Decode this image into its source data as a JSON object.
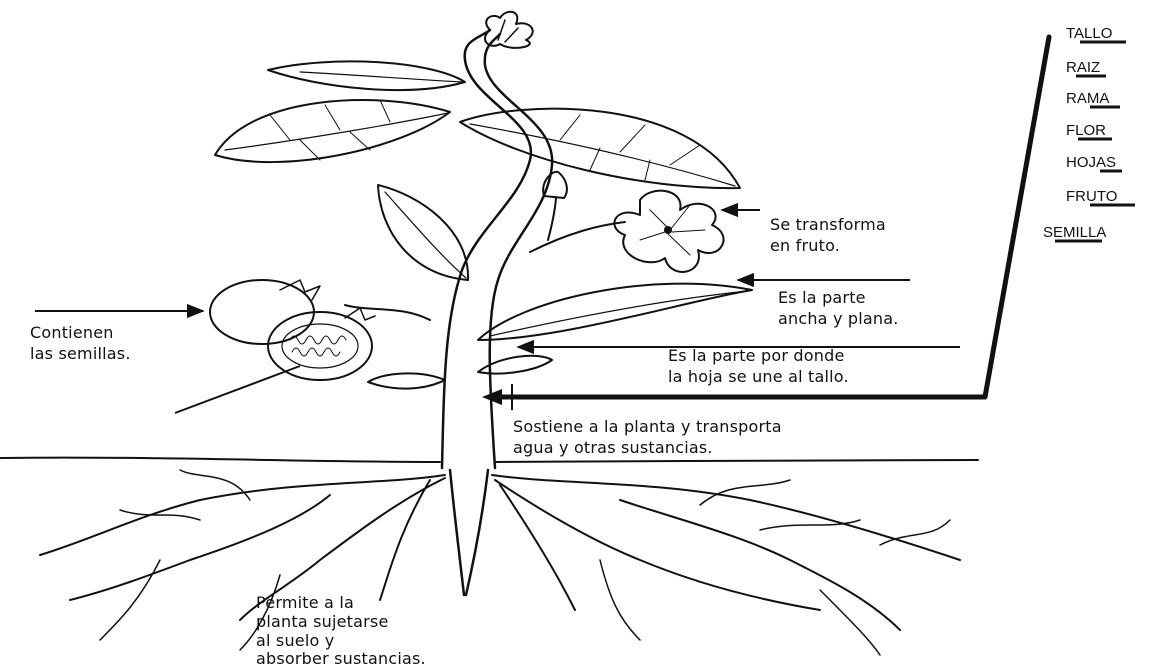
{
  "word_bank": [
    "TALLO",
    "RAIZ",
    "RAMA",
    "FLOR",
    "HOJAS",
    "FRUTO",
    "SEMILLA"
  ],
  "descriptions": {
    "flor": [
      "Se transforma",
      "en fruto."
    ],
    "hoja": [
      "Es la parte",
      "ancha y plana."
    ],
    "rama": [
      "Es la parte por donde",
      "la hoja se une al tallo."
    ],
    "tallo": [
      "Sostiene a la planta y transporta",
      "agua y otras sustancias."
    ],
    "fruto": [
      "Contienen",
      "las semillas."
    ],
    "raiz": [
      "Permite a la",
      "planta sujetarse",
      "al suelo y",
      "absorber sustancias."
    ]
  }
}
